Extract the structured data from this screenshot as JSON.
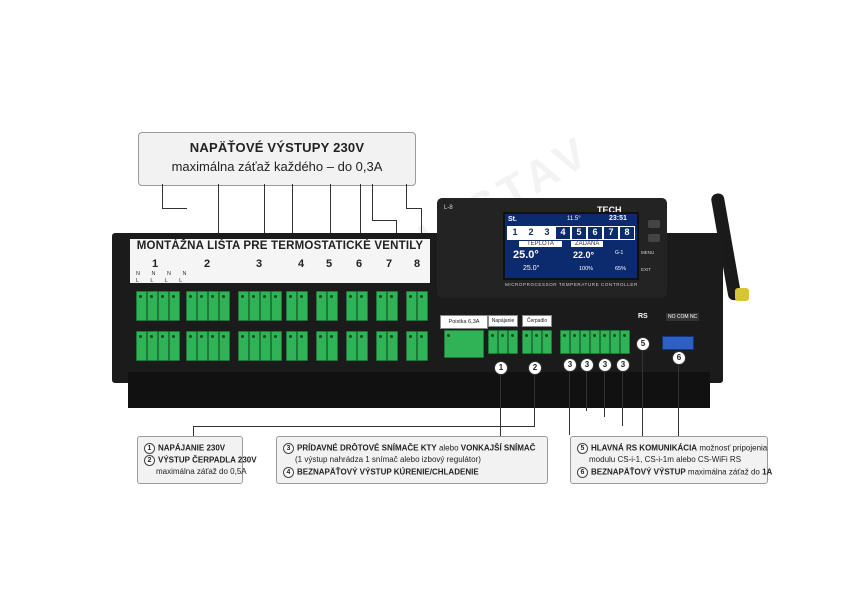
{
  "top_callout": {
    "title": "NAPÄŤOVÉ VÝSTUPY 230V",
    "subtitle": "maximálna záťaž každého – do 0,3A"
  },
  "strip": {
    "title": "MONTÁŽNA LIŠTA PRE TERMOSTATICKÉ VENTILY",
    "channels": [
      "1",
      "2",
      "3",
      "4",
      "5",
      "6",
      "7",
      "8"
    ],
    "row_n": "N",
    "row_l": "L"
  },
  "device": {
    "model": "L-8",
    "brand": "TECH",
    "caption": "MICROPROCESSOR TEMPERATURE CONTROLLER",
    "lcd": {
      "day": "St.",
      "outside": "11.5°",
      "clock": "23:51",
      "zones": [
        "1",
        "2",
        "3",
        "4",
        "5",
        "6",
        "7",
        "8"
      ],
      "temp_label": "TEPLOTA",
      "temp_value": "25.0°",
      "set_label": "ZADANÁ",
      "set_value": "22.0°",
      "floor_value": "25.0°",
      "humidity": "100%",
      "signal": "65%",
      "group": "G-1"
    },
    "buttons": [
      "MENU",
      "EXIT"
    ],
    "fuse_label": "Poistka 6,3A",
    "pump_label": "Napájanie",
    "sensor_label": "Čerpadlo",
    "rs_label": "RS",
    "relay_label": "NO COM NC"
  },
  "markers": [
    "1",
    "2",
    "3",
    "3",
    "3",
    "3",
    "5",
    "6"
  ],
  "legend": {
    "left": [
      {
        "num": "1",
        "bold": "NAPÁJANIE 230V",
        "rest": ""
      },
      {
        "num": "2",
        "bold": "VÝSTUP ČERPADLA 230V",
        "rest": "maximálna záťaž do 0,5A"
      }
    ],
    "middle": [
      {
        "num": "3",
        "bold": "PRÍDAVNÉ DRÔTOVÉ SNÍMAČE KTY",
        "rest_a": "alebo",
        "bold2": "VONKAJŠÍ SNÍMAČ",
        "rest": "(1 výstup nahrádza 1 snímač alebo izbový regulátor)"
      },
      {
        "num": "4",
        "bold": "BEZNAPÄŤOVÝ VÝSTUP KÚRENIE/CHLADENIE",
        "rest": ""
      }
    ],
    "right": [
      {
        "num": "5",
        "bold": "HLAVNÁ RS KOMUNIKÁCIA",
        "rest_a": "možnosť pripojenia",
        "rest": "modulu CS-i-1, CS-i-1m alebo CS-WiFi RS"
      },
      {
        "num": "6",
        "bold": "BEZNAPÄŤOVÝ VÝSTUP",
        "rest_a": "maximálna záťaž do",
        "bold2": "1A"
      }
    ]
  },
  "watermark": "DAMIASTAV"
}
